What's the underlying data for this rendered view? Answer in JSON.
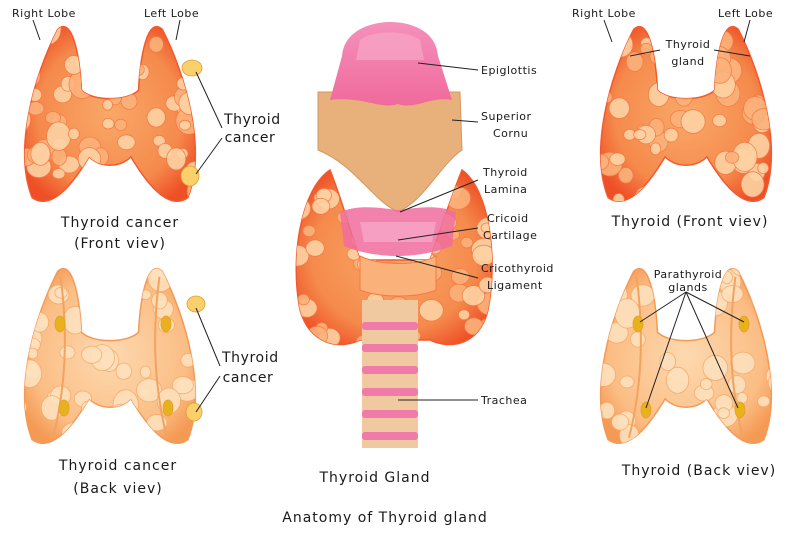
{
  "colors": {
    "lobe_edge": "#f25a2e",
    "lobe_fill": "#f7935a",
    "cell_fill": "#fbb27a",
    "cell_light": "#fdd2a4",
    "back_fill": "#fbc58f",
    "back_cell": "#fde0bd",
    "tumor": "#f9d06b",
    "parathyroid": "#e9b21c",
    "cartilage": "#e8b07a",
    "cartilage_dark": "#d39862",
    "pink": "#f06c9e",
    "pink_light": "#f7a6c8",
    "trachea_ring": "#f07aa8",
    "trachea_body": "#f1c9a0"
  },
  "panels": {
    "front_cancer": {
      "right_lobe": "Right Lobe",
      "left_lobe": "Left Lobe",
      "cancer_line1": "Thyroid",
      "cancer_line2": "cancer",
      "caption_line1": "Thyroid cancer",
      "caption_line2": "(Front viev)"
    },
    "back_cancer": {
      "cancer_line1": "Thyroid",
      "cancer_line2": "cancer",
      "caption_line1": "Thyroid cancer",
      "caption_line2": "(Back viev)"
    },
    "center": {
      "epiglottis": "Epiglottis",
      "superior_line1": "Superior",
      "superior_line2": "Cornu",
      "lamina_line1": "Thyroid",
      "lamina_line2": "Lamina",
      "cricoid_line1": "Cricoid",
      "cricoid_line2": "Cartilage",
      "cricothyroid_line1": "Cricothyroid",
      "cricothyroid_line2": "Ligament",
      "trachea": "Trachea",
      "caption": "Thyroid Gland"
    },
    "front_normal": {
      "right_lobe": "Right Lobe",
      "left_lobe": "Left Lobe",
      "gland_line1": "Thyroid",
      "gland_line2": "gland",
      "caption": "Thyroid (Front viev)"
    },
    "back_normal": {
      "parathyroid_line1": "Parathyroid",
      "parathyroid_line2": "glands",
      "caption": "Thyroid (Back viev)"
    }
  },
  "title": "Anatomy of Thyroid gland"
}
